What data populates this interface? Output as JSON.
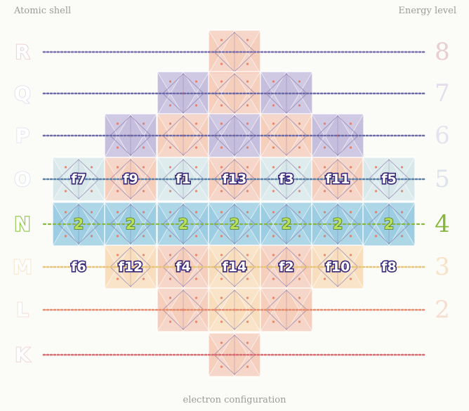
{
  "header": {
    "left": "Atomic shell",
    "right": "Energy level"
  },
  "footer": "electron configuration",
  "shells": [
    {
      "letter": "R",
      "level": "8",
      "color": "#e8cdd3",
      "line_color": "#7a70b0",
      "highlight": false
    },
    {
      "letter": "Q",
      "level": "7",
      "color": "#e3dcec",
      "line_color": "#6c6aa8",
      "highlight": false
    },
    {
      "letter": "P",
      "level": "6",
      "color": "#e4e2ee",
      "line_color": "#6c6aa8",
      "highlight": false
    },
    {
      "letter": "O",
      "level": "5",
      "color": "#dde3ea",
      "line_color": "#5a80a8",
      "highlight": false
    },
    {
      "letter": "N",
      "level": "4",
      "color": "#86b83c",
      "line_color": "#86b83c",
      "highlight": true
    },
    {
      "letter": "M",
      "level": "3",
      "color": "#f6e2c6",
      "line_color": "#e6c478",
      "highlight": false
    },
    {
      "letter": "L",
      "level": "2",
      "color": "#f7ddd0",
      "line_color": "#e78a6c",
      "highlight": false
    },
    {
      "letter": "K",
      "level": "",
      "color": "#f1d2d6",
      "line_color": "#d86a70",
      "highlight": false
    }
  ],
  "row_o_labels": [
    "f7",
    "f9",
    "f1",
    "f13",
    "f3",
    "f11",
    "f5"
  ],
  "row_n_labels": [
    "2",
    "2",
    "2",
    "2",
    "2",
    "2",
    "2"
  ],
  "row_m_labels": [
    "f6",
    "f12",
    "f4",
    "f14",
    "f2",
    "f10",
    "f8"
  ],
  "colors": {
    "purple": "#9a8cc6",
    "salmon": "#f0a98a",
    "teal": "#bcd8df",
    "blue_band": "#4ea7d0",
    "peach": "#f7c68e",
    "label_dark": "#3a2a78",
    "label_green": "#b9e05a"
  }
}
